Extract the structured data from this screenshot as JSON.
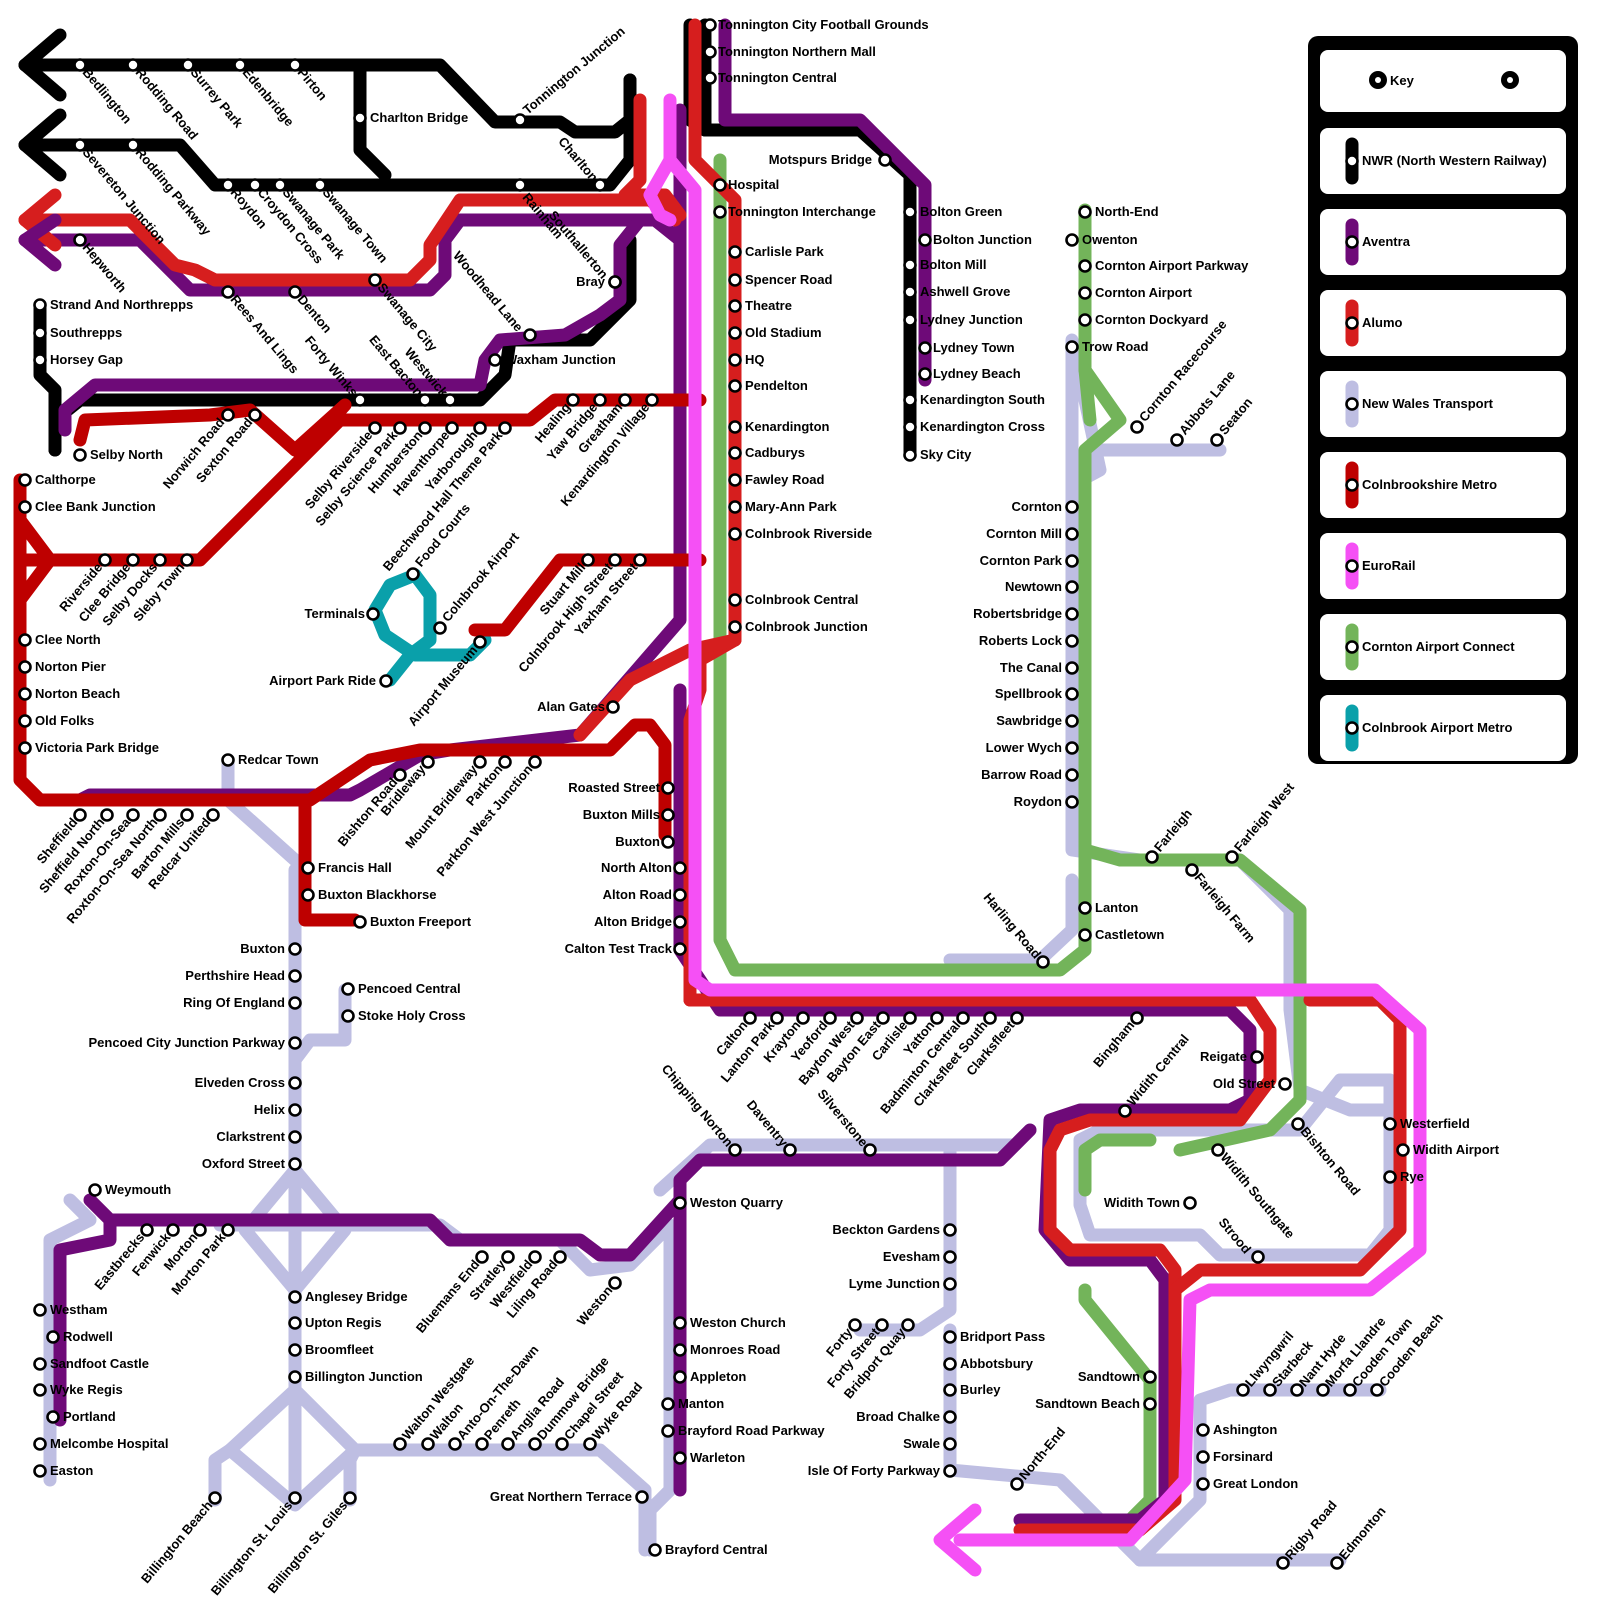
{
  "map": {
    "key_title": "Key",
    "lines": [
      {
        "id": "nwr",
        "name": "NWR (North Western Railway)",
        "color": "#000000"
      },
      {
        "id": "aventra",
        "name": "Aventra",
        "color": "#6e0a78"
      },
      {
        "id": "alumo",
        "name": "Alumo",
        "color": "#d61e1e"
      },
      {
        "id": "nwt",
        "name": "New Wales Transport",
        "color": "#bebee2"
      },
      {
        "id": "colbrook",
        "name": "Colnbrookshire Metro",
        "color": "#be0000"
      },
      {
        "id": "eurorail",
        "name": "EuroRail",
        "color": "#f550f5"
      },
      {
        "id": "cac",
        "name": "Cornton Airport Connect",
        "color": "#73b45a"
      },
      {
        "id": "cam",
        "name": "Colnbrook Airport Metro",
        "color": "#0aa0aa"
      }
    ],
    "stations": [
      "Tonnington City Football Grounds",
      "Tonnington Northern Mall",
      "Tonnington Central",
      "Hospital",
      "Tonnington Interchange",
      "Carlisle Park",
      "Spencer Road",
      "Theatre",
      "Old Stadium",
      "HQ",
      "Pendelton",
      "Kenardington",
      "Cadburys",
      "Fawley Road",
      "Mary-Ann Park",
      "Colnbrook Riverside",
      "Colnbrook Central",
      "Colnbrook Junction",
      "Motspurs Bridge",
      "Bolton Green",
      "Bolton Junction",
      "Bolton Mill",
      "Ashwell Grove",
      "Lydney Junction",
      "Lydney Town",
      "Lydney Beach",
      "Kenardington South",
      "Kenardington Cross",
      "Sky City",
      "Bedlington",
      "Rodding Road",
      "Surrey Park",
      "Edenbridge",
      "Pirton",
      "Charlton Bridge",
      "Tonnington Junction",
      "Severeton Junction",
      "Rodding Parkway",
      "Roydon",
      "Croydon Cross",
      "Swanage Park",
      "Swanage Town",
      "Charlton",
      "Rainham",
      "Hepworth",
      "Rees And Lings",
      "Denton",
      "Swanage City",
      "Forty Winks",
      "East Bacton",
      "Westwick",
      "Woodhead Lane",
      "Southallerton",
      "Bray",
      "Waxham Junction",
      "Strand And Northrepps",
      "Southrepps",
      "Horsey Gap",
      "Selby North",
      "Norwich Road",
      "Sexton Road",
      "Selby Riverside",
      "Selby Science Park",
      "Humberston",
      "Haventhorpe",
      "Yarborough",
      "Beechwood Hall Theme Park",
      "Healing",
      "Yaw Bridge",
      "Greatham",
      "Kenardington Village",
      "Calthorpe",
      "Clee Bank Junction",
      "Riverside",
      "Clee Bridge",
      "Selby Docks",
      "Sleby Town",
      "Clee North",
      "Norton Pier",
      "Norton Beach",
      "Old Folks",
      "Victoria Park Bridge",
      "Food Courts",
      "Terminals",
      "Colnbrook Airport",
      "Airport Park  Ride",
      "Airport Museum",
      "Stuart Mill",
      "Colnbrook High Street",
      "Yaxham Street",
      "Alan Gates",
      "Redcar Town",
      "Sheffield",
      "Sheffield North",
      "Roxton-On-Sea",
      "Roxton-On-Sea North",
      "Barton Mills",
      "Redcar United",
      "Bishton Road",
      "Bridleway",
      "Mount Bridleway",
      "Parkton",
      "Parkton West Junction",
      "Francis Hall",
      "Buxton Blackhorse",
      "Buxton Freeport",
      "Roasted Street",
      "Buxton Mills",
      "Buxton",
      "North Alton",
      "Alton Road",
      "Alton Bridge",
      "Calton Test Track",
      "Perthshire Head",
      "Ring Of England",
      "Pencoed Central",
      "Stoke Holy Cross",
      "Pencoed City Junction Parkway",
      "Elveden Cross",
      "Helix",
      "Clarkstrent",
      "Oxford Street",
      "Weymouth",
      "Eastbrecks",
      "Fenwick",
      "Morton",
      "Morton Park",
      "Westham",
      "Rodwell",
      "Sandfoot Castle",
      "Wyke Regis",
      "Portland",
      "Melcombe Hospital",
      "Easton",
      "Anglesey Bridge",
      "Upton Regis",
      "Broomfleet",
      "Billington Junction",
      "Billington Beach",
      "Billington St. Louis",
      "Billington St. Giles",
      "Bluemans End",
      "Stratley",
      "Westfield",
      "Liling Road",
      "Weston",
      "Walton Westgate",
      "Walton",
      "Anto-On-The-Dawn",
      "Penreth",
      "Anglia Road",
      "Dummow Bridge",
      "Chapel Street",
      "Wyke Road",
      "Great Northern Terrace",
      "Brayford Central",
      "Weston Quarry",
      "Weston Church",
      "Monroes Road",
      "Appleton",
      "Manton",
      "Brayford Road Parkway",
      "Warleton",
      "Chipping Norton",
      "Daventry",
      "Silverstone",
      "Beckton Gardens",
      "Evesham",
      "Lyme Junction",
      "Forty",
      "Forty Street",
      "Bridport Quay",
      "Bridport Pass",
      "Abbotsbury",
      "Burley",
      "Broad Chalke",
      "Swale",
      "Isle Of Forty Parkway",
      "Calton",
      "Lanton Park",
      "Krayton",
      "Yeoford",
      "Bayton West",
      "Bayton East",
      "Carlisle",
      "Yatton",
      "Badminton Central",
      "Clarksfleet South",
      "Clarksfleet",
      "Harling Road",
      "Bingham",
      "North-End",
      "Owenton",
      "Cornton Airport Parkway",
      "Cornton Airport",
      "Cornton Dockyard",
      "Trow Road",
      "Cornton Racecourse",
      "Abbots Lane",
      "Seaton",
      "Cornton",
      "Cornton Mill",
      "Cornton Park",
      "Newtown",
      "Robertsbridge",
      "Roberts Lock",
      "The Canal",
      "Spellbrook",
      "Sawbridge",
      "Lower Wych",
      "Barrow Road",
      "Lanton",
      "Castletown",
      "Farleigh",
      "Farleigh West",
      "Farleigh Farm",
      "Reigate",
      "Old Street",
      "Widith Central",
      "Widith Town",
      "Widith Southgate",
      "Bishton Road",
      "Strood",
      "Westerfield",
      "Widith Airport",
      "Rye",
      "Sandtown",
      "Sandtown Beach",
      "Llwyngwril",
      "Starbeck",
      "Nant Hyde",
      "Morfa Llandre",
      "Cooden Town",
      "Cooden Beach",
      "Ashington",
      "Forsinard",
      "Great London",
      "Rigby Road",
      "Edmonton"
    ]
  }
}
